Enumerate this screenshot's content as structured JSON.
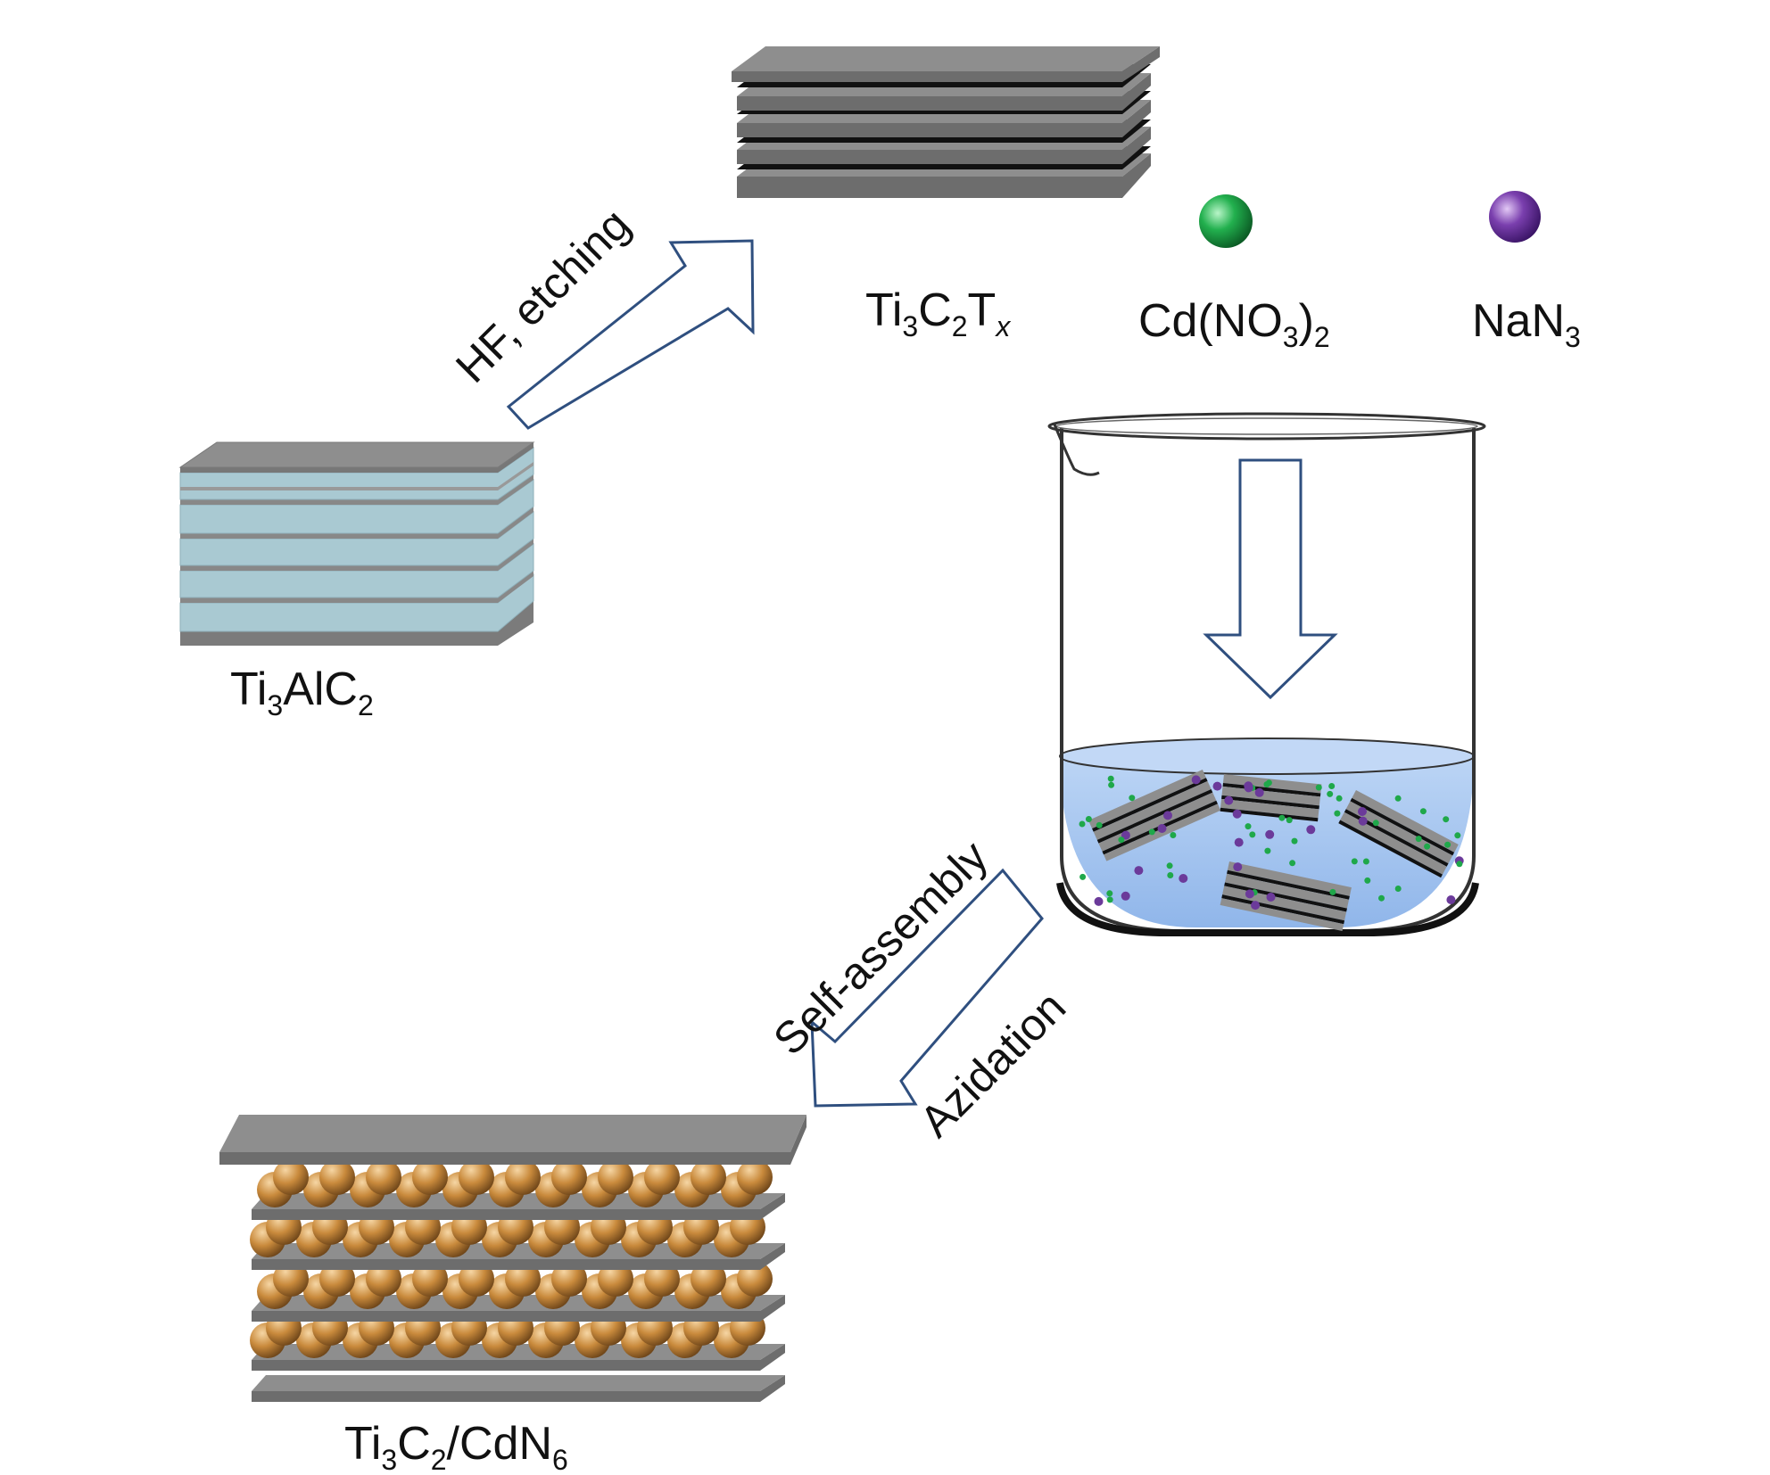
{
  "labels": {
    "ti3alc2": {
      "base": "Ti",
      "s1": "3",
      "mid": "AlC",
      "s2": "2"
    },
    "ti3c2tx": {
      "base": "Ti",
      "s1": "3",
      "mid": "C",
      "s2": "2",
      "mid2": "T",
      "s3": "x"
    },
    "cdno32": {
      "base": "Cd(NO",
      "s1": "3",
      "mid": ")",
      "s2": "2"
    },
    "nan3": {
      "base": "NaN",
      "s1": "3"
    },
    "ti3c2cdn6": {
      "base": "Ti",
      "s1": "3",
      "mid": "C",
      "s2": "2",
      "mid2": "/CdN",
      "s3": "6"
    }
  },
  "steps": {
    "etching": "HF, etching",
    "self_assembly": "Self-assembly",
    "azidation": "Azidation"
  },
  "colors": {
    "arrow_stroke": "#2f4f7f",
    "sheet_top": "#8c8c8c",
    "sheet_edge": "#6a6a6a",
    "max_layer": "#a9c9d2",
    "cd_green": "#1fa84a",
    "na_purple": "#6b3a9a",
    "liquid": "#a8c8f2",
    "sphere": "#c98a3c"
  }
}
